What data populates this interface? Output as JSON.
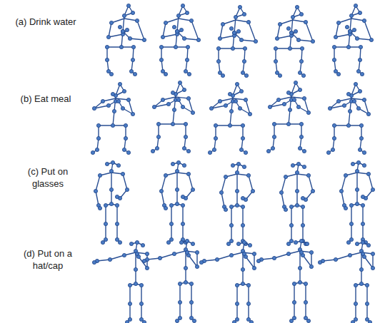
{
  "diagram": {
    "labels": [
      "(a) Drink water",
      "(b) Eat meal",
      "(c) Put on glasses",
      "(d) Put on a hat/cap"
    ]
  }
}
